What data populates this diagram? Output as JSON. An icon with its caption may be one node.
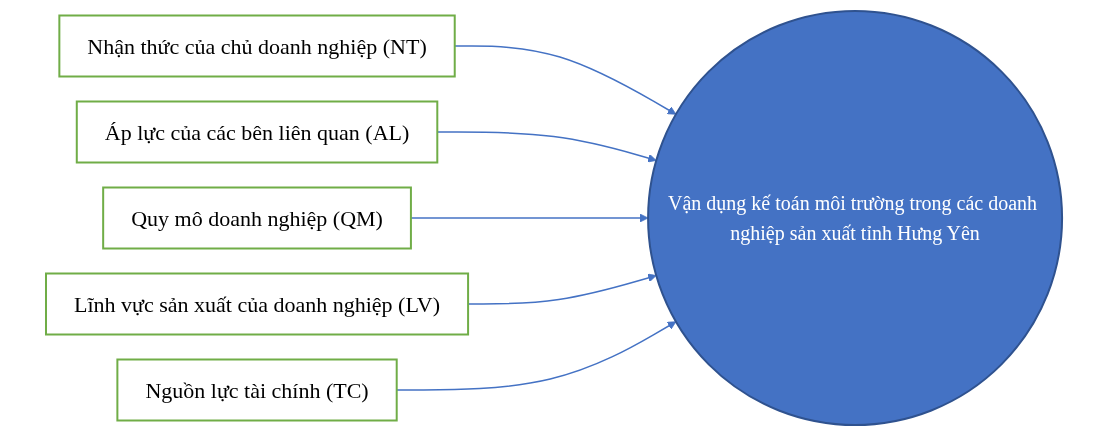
{
  "diagram": {
    "nodes": [
      {
        "text": [
          "Nhận thức của chủ doanh nghiệp (NT)"
        ]
      },
      {
        "text": [
          "Áp lực của các bên liên quan (AL)"
        ]
      },
      {
        "text": [
          "Quy mô doanh nghiệp (QM)"
        ]
      },
      {
        "text": [
          "Lĩnh vực sản xuất của doanh nghiệp (LV)"
        ]
      },
      {
        "text": [
          "Nguồn lực tài chính (TC)"
        ]
      },
      {
        "text": [
          "Vận dụng kế toán môi trường trong các doanh nghiệp sản xuất tỉnh Hưng Yên"
        ]
      }
    ],
    "edges": [
      {
        "from": 0,
        "to": 5,
        "arrow": "to"
      },
      {
        "from": 1,
        "to": 5,
        "arrow": "to"
      },
      {
        "from": 2,
        "to": 5,
        "arrow": "to"
      },
      {
        "from": 3,
        "to": 5,
        "arrow": "to"
      },
      {
        "from": 4,
        "to": 5,
        "arrow": "to"
      }
    ]
  }
}
